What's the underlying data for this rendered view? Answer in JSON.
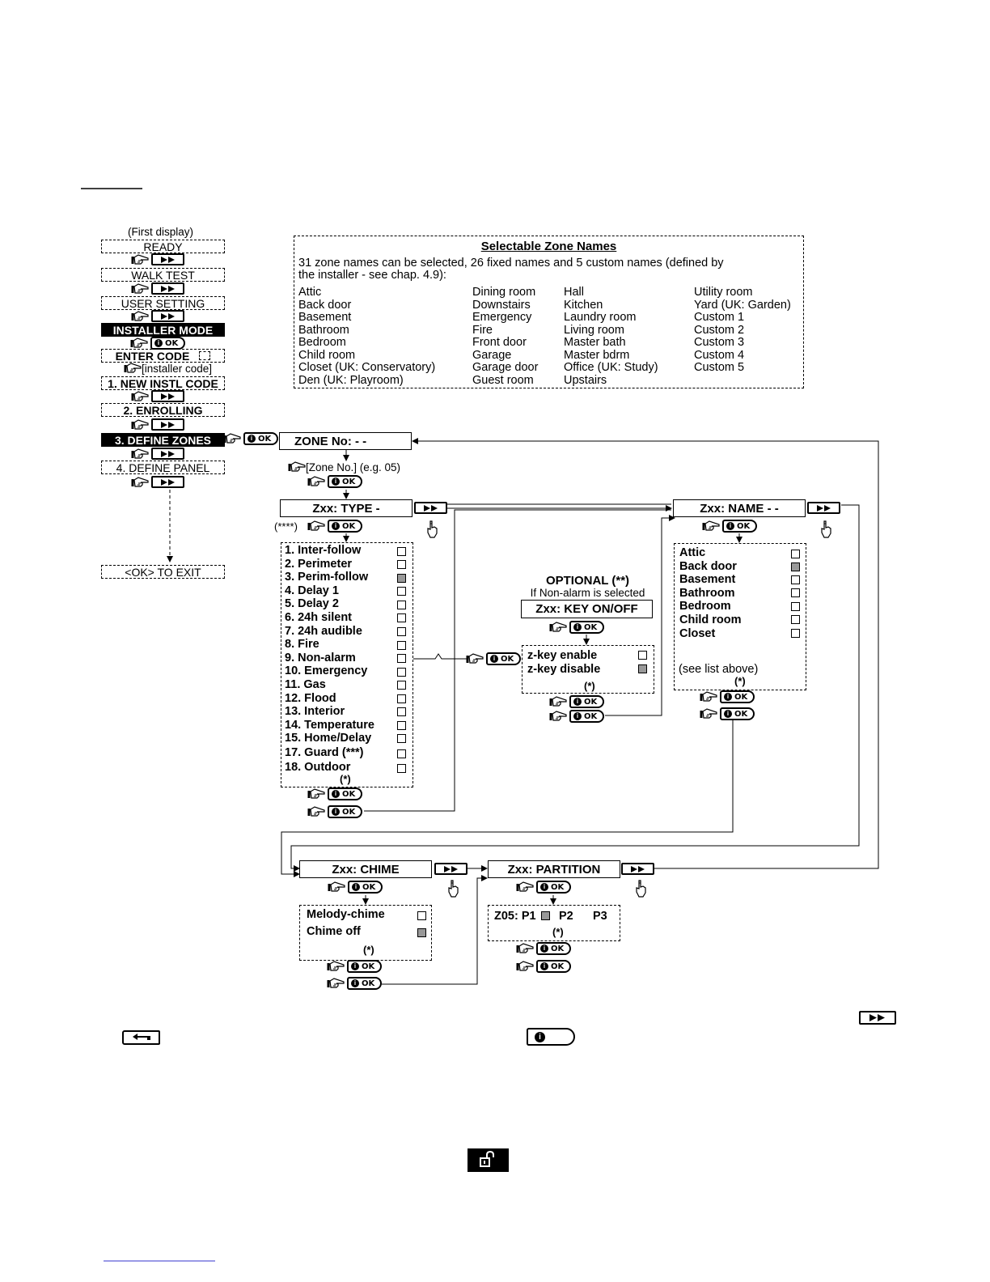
{
  "menu": {
    "first_display": "(First display)",
    "items": [
      "READY",
      "WALK TEST",
      "USER SETTING",
      "INSTALLER MODE",
      "ENTER CODE",
      "1. NEW INSTL CODE",
      "2. ENROLLING",
      "3. DEFINE ZONES",
      "4. DEFINE PANEL"
    ],
    "installer_code_note": "[installer code]",
    "exit": "<OK> TO EXIT"
  },
  "zone_names_box": {
    "title": "Selectable Zone Names",
    "intro_line1": "31 zone names can be selected, 26 fixed names and 5 custom names (defined by",
    "intro_line2": "the installer - see chap. 4.9):",
    "col1": [
      "Attic",
      "Back door",
      "Basement",
      "Bathroom",
      "Bedroom",
      "Child room",
      "Closet (UK: Conservatory)",
      "Den (UK: Playroom)"
    ],
    "col2": [
      "Dining room",
      "Downstairs",
      "Emergency",
      "Fire",
      "Front door",
      "Garage",
      "Garage door",
      "Guest room"
    ],
    "col3": [
      "Hall",
      "Kitchen",
      "Laundry room",
      "Living room",
      "Master bath",
      "Master bdrm",
      "Office (UK: Study)",
      "Upstairs"
    ],
    "col4": [
      "Utility room",
      "Yard (UK: Garden)",
      "Custom 1",
      "Custom 2",
      "Custom 3",
      "Custom 4",
      "Custom 5"
    ]
  },
  "zone_no": {
    "label": "ZONE No: - -",
    "hint": "[Zone No.] (e.g. 05)"
  },
  "type": {
    "label": "Zxx: TYPE -",
    "prefix": "(****)",
    "options": [
      "1. Inter-follow",
      "2. Perimeter",
      "3. Perim-follow",
      "4. Delay 1",
      "5. Delay 2",
      "6. 24h silent",
      "7. 24h audible",
      "8. Fire",
      "9. Non-alarm",
      "10. Emergency",
      "11. Gas",
      "12. Flood",
      "13. Interior",
      "14. Temperature",
      "15. Home/Delay",
      "17. Guard (***)",
      "18. Outdoor"
    ],
    "selected_index": 2,
    "footnote": "(*)"
  },
  "optional": {
    "title": "OPTIONAL (**)",
    "subtitle": "If Non-alarm is selected",
    "label": "Zxx: KEY ON/OFF",
    "options": [
      "z-key enable",
      "z-key disable"
    ],
    "selected_index": 1,
    "footnote": "(*)"
  },
  "name": {
    "label": "Zxx: NAME - -",
    "options": [
      "Attic",
      "Back door",
      "Basement",
      "Bathroom",
      "Bedroom",
      "Child room",
      "Closet"
    ],
    "selected_index": 1,
    "more": "(see list above)",
    "footnote": "(*)"
  },
  "chime": {
    "label": "Zxx: CHIME",
    "options": [
      "Melody-chime",
      "Chime off"
    ],
    "selected_index": 1,
    "footnote": "(*)"
  },
  "partition": {
    "label": "Zxx: PARTITION",
    "line_prefix": "Z05: P1",
    "p2": "P2",
    "p3": "P3",
    "footnote": "(*)"
  },
  "buttons": {
    "ok": "OK",
    "icons": [
      "pointing-hand-icon",
      "next-button-icon",
      "ok-button-icon",
      "back-button-icon",
      "unlock-icon",
      "finger-press-icon"
    ]
  },
  "colors": {
    "selected_fill": "#999999",
    "inverse_bg": "#000000"
  }
}
